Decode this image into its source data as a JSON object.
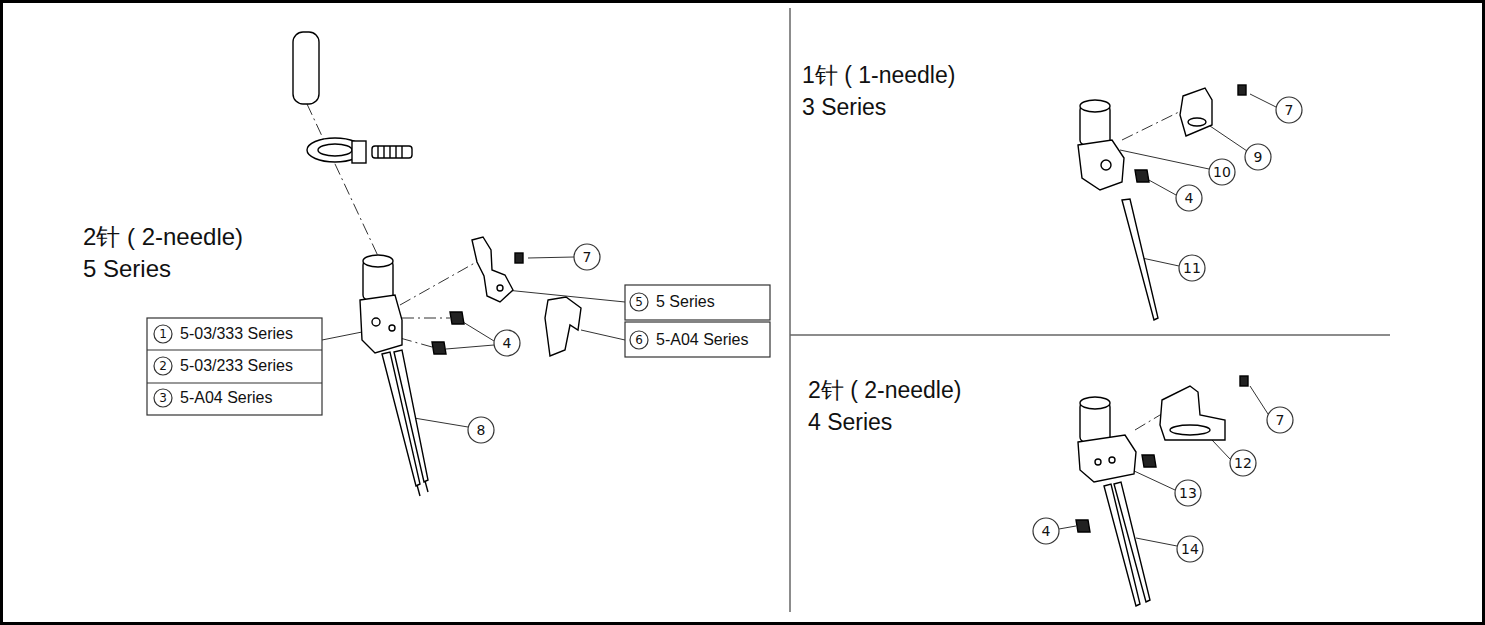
{
  "diagram": {
    "labels": [
      "2针 ( 2-needle)",
      "5 Series",
      "1",
      "5-03/333 Series",
      "2",
      "5-03/233 Series",
      "3",
      "5-A04 Series",
      "7",
      "5",
      "5 Series",
      "6",
      "5-A04 Series",
      "4",
      "8",
      "1针 ( 1-needle)",
      "3 Series",
      "7",
      "9",
      "10",
      "4",
      "11",
      "2针 ( 2-needle)",
      "4 Series",
      "7",
      "12",
      "13",
      "4",
      "14"
    ]
  }
}
